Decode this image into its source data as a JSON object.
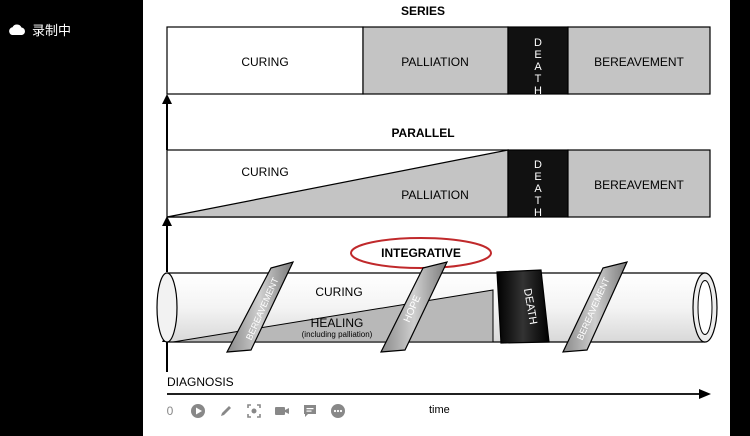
{
  "recording": {
    "label": "录制中"
  },
  "series": {
    "title": "SERIES",
    "curing": "CURING",
    "palliation": "PALLIATION",
    "death": "DEATH",
    "bereavement": "BEREAVEMENT"
  },
  "parallel": {
    "title": "PARALLEL",
    "curing": "CURING",
    "palliation": "PALLIATION",
    "death": "DEATH",
    "bereavement": "BEREAVEMENT"
  },
  "integrative": {
    "title": "INTEGRATIVE",
    "curing": "CURING",
    "healing": "HEALING",
    "healing_note": "(including palliation)",
    "bereavement1": "BEREAVEMENT",
    "hope": "HOPE",
    "death": "DEATH",
    "bereavement2": "BEREAVEMENT"
  },
  "axis": {
    "diagnosis": "DIAGNOSIS",
    "time": "time"
  },
  "toolbar": {
    "counter": "0"
  },
  "colors": {
    "shade": "#c4c4c4",
    "death_fill": "#111111",
    "ellipse": "#c0292b"
  }
}
